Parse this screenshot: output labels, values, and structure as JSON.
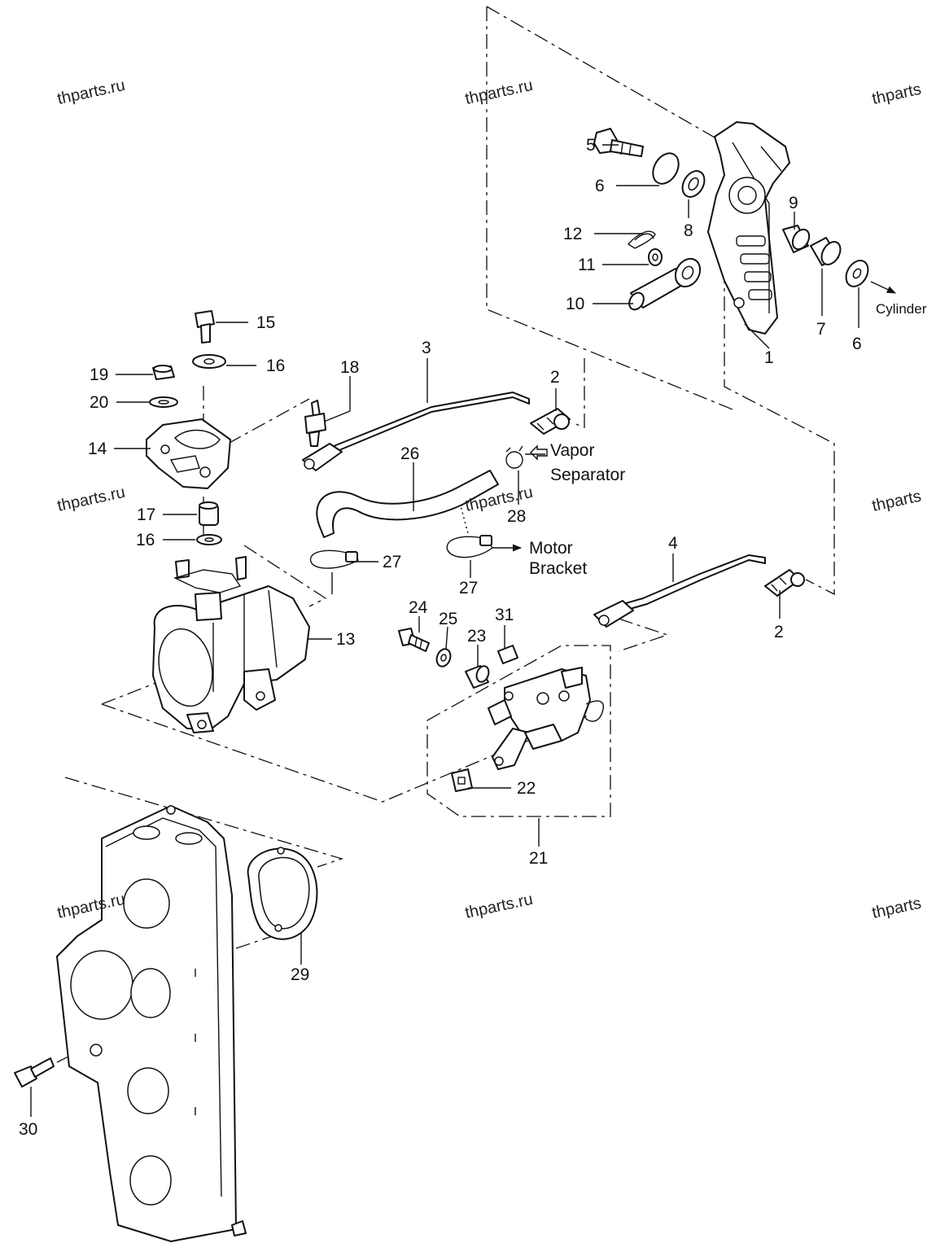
{
  "watermark": "thparts.ru",
  "watermark_short": "thparts",
  "callouts": {
    "n1": "1",
    "n2a": "2",
    "n2b": "2",
    "n3": "3",
    "n4": "4",
    "n5": "5",
    "n6a": "6",
    "n6b": "6",
    "n7": "7",
    "n8": "8",
    "n9": "9",
    "n10": "10",
    "n11": "11",
    "n12": "12",
    "n13": "13",
    "n14": "14",
    "n15": "15",
    "n16a": "16",
    "n16b": "16",
    "n17": "17",
    "n18": "18",
    "n19": "19",
    "n20": "20",
    "n21": "21",
    "n22": "22",
    "n23": "23",
    "n24": "24",
    "n25": "25",
    "n26": "26",
    "n27a": "27",
    "n27b": "27",
    "n28": "28",
    "n29": "29",
    "n30": "30",
    "n31": "31"
  },
  "notes": {
    "cylinder": "Cylinder",
    "vapor": "Vapor",
    "separator": "Separator",
    "motor": "Motor",
    "bracket": "Bracket"
  }
}
